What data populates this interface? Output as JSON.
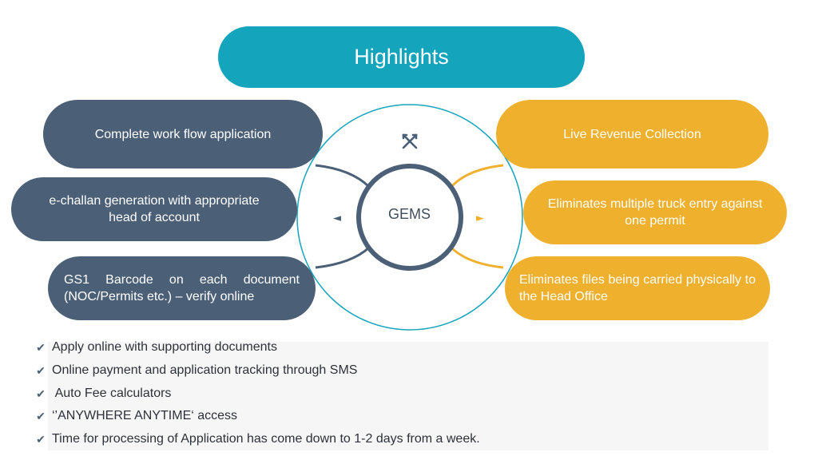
{
  "header": {
    "title": "Highlights"
  },
  "hub": {
    "label": "GEMS",
    "arrow_left": "◄",
    "arrow_right": "►",
    "icon": "shuffle-icon"
  },
  "left_items": [
    {
      "label": "Complete work flow application"
    },
    {
      "label": "e-challan generation with appropriate head of account"
    },
    {
      "label": "GS1 Barcode on each document (NOC/Permits etc.) – verify online"
    }
  ],
  "right_items": [
    {
      "label": "Live Revenue Collection"
    },
    {
      "label": "Eliminates multiple truck entry against one permit"
    },
    {
      "label": "Eliminates files being carried physically to the Head Office"
    }
  ],
  "bullets": [
    {
      "text": "Apply online with supporting documents"
    },
    {
      "text": "Online payment and application tracking through SMS"
    },
    {
      "text": " Auto Fee calculators"
    },
    {
      "text": "‘’ANYWHERE ANYTIME‘ access"
    },
    {
      "text": "Time for processing of Application has come down to 1-2 days from a week."
    }
  ],
  "colors": {
    "teal": "#14a4bc",
    "blue": "#4b6077",
    "gold": "#efb02e"
  }
}
